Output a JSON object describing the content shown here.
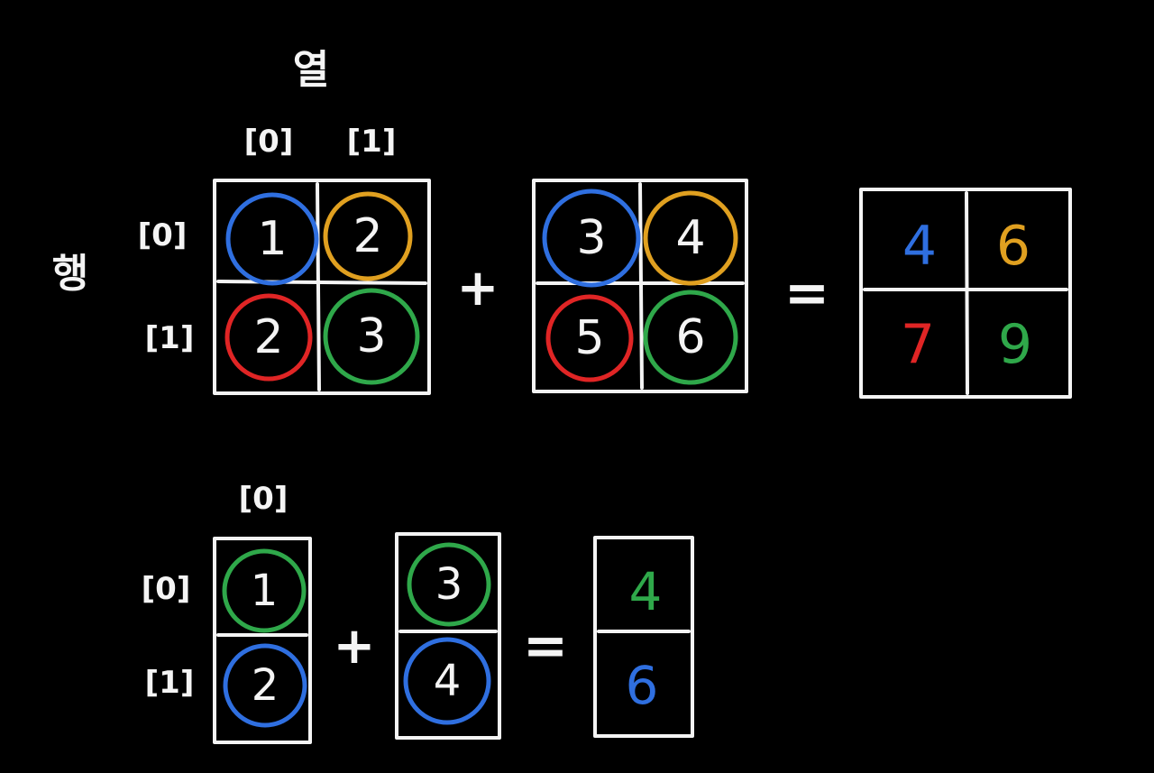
{
  "labels": {
    "column_heading": "열",
    "row_heading": "행",
    "index_0": "[0]",
    "index_1": "[1]",
    "plus": "+",
    "equals": "="
  },
  "colors": {
    "blue": "#2f6fe0",
    "orange": "#e0a020",
    "red": "#e02525",
    "green": "#2fa84a",
    "chalk": "#f4f4f4"
  },
  "example_2d": {
    "matrix_a": [
      [
        "1",
        "2"
      ],
      [
        "2",
        "3"
      ]
    ],
    "matrix_b": [
      [
        "3",
        "4"
      ],
      [
        "5",
        "6"
      ]
    ],
    "result": [
      [
        "4",
        "6"
      ],
      [
        "7",
        "9"
      ]
    ],
    "cell_colors": [
      [
        "blue",
        "orange"
      ],
      [
        "red",
        "green"
      ]
    ]
  },
  "example_1d": {
    "vector_a": [
      "1",
      "2"
    ],
    "vector_b": [
      "3",
      "4"
    ],
    "result": [
      "4",
      "6"
    ],
    "cell_colors": [
      "green",
      "blue"
    ]
  }
}
